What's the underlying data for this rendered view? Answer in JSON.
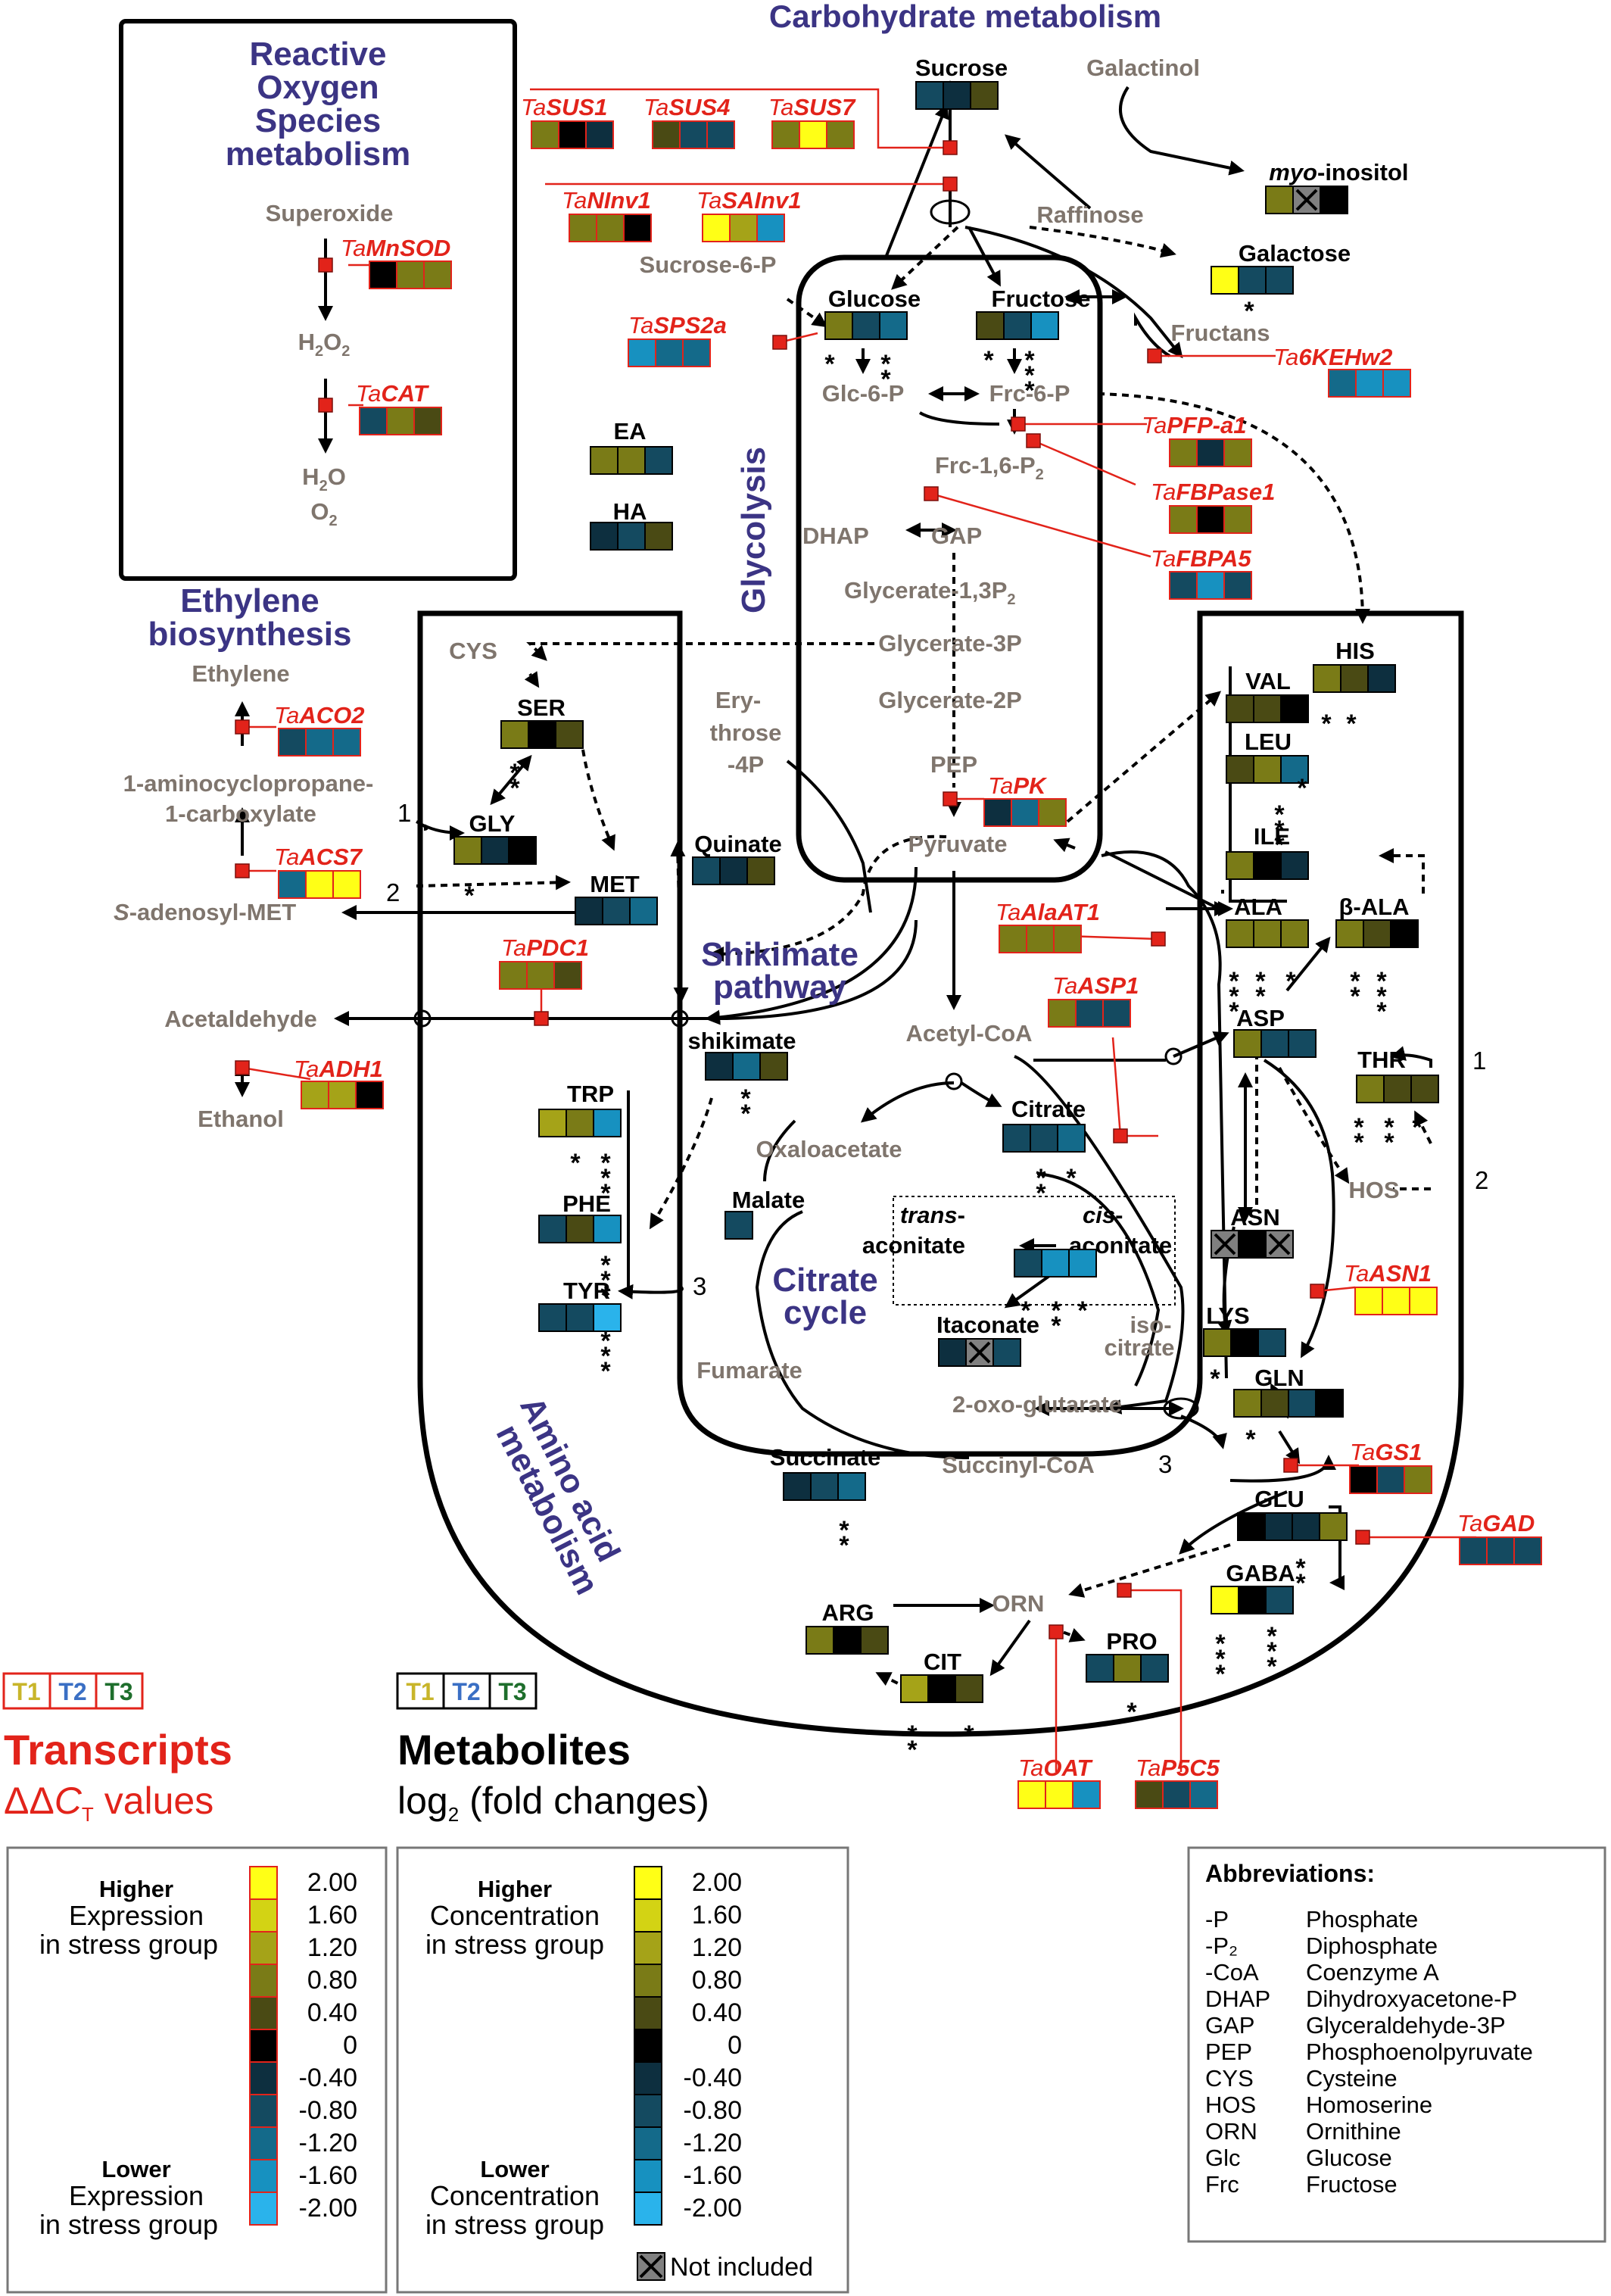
{
  "colors": {
    "metabolite_scale": [
      "#ffff16",
      "#d3d314",
      "#a5a318",
      "#7a7b17",
      "#4a4a14",
      "#000000",
      "#0d2f3f",
      "#144a60",
      "#146a8a",
      "#1791c0",
      "#2ab3eb"
    ],
    "gene_red": "#e2231a",
    "section_title": "#3b3484",
    "gray_metabolite": "#7f756d",
    "not_included": "#808080"
  },
  "sections": {
    "carbohydrate": "Carbohydrate metabolism",
    "ros_lines": [
      "Reactive",
      "Oxygen",
      "Species",
      "metabolism"
    ],
    "glycolysis": "Glycolysis",
    "ethylene_lines": [
      "Ethylene",
      "biosynthesis"
    ],
    "shikimate_lines": [
      "Shikimate",
      "pathway"
    ],
    "citrate_lines": [
      "Citrate",
      "cycle"
    ],
    "amino_lines": [
      "Amino acid",
      "metabolism"
    ]
  },
  "metabolites": {
    "sucrose": "Sucrose",
    "galactinol": "Galactinol",
    "myo_a": "myo",
    "myo_b": "-inositol",
    "raffinose": "Raffinose",
    "sucrose6p": "Sucrose-6-P",
    "galactose": "Galactose",
    "glucose": "Glucose",
    "fructose": "Fructose",
    "fructans": "Fructans",
    "glc6p": "Glc-6-P",
    "frc6p": "Frc-6-P",
    "frc16p2": "Frc-1,6-P",
    "dhap": "DHAP",
    "gap": "GAP",
    "glycerate13": "Glycerate-1,3P",
    "glycerate3p": "Glycerate-3P",
    "glycerate2p": "Glycerate-2P",
    "pep": "PEP",
    "pyruvate": "Pyruvate",
    "erythrose_a": "Ery-",
    "erythrose_b": "throse",
    "erythrose_c": "-4P",
    "quinate": "Quinate",
    "shikimate": "shikimate",
    "acetylcoa": "Acetyl-CoA",
    "citrate": "Citrate",
    "oxaloacetate": "Oxaloacetate",
    "malate": "Malate",
    "trans_a": "trans",
    "trans_b": "-",
    "trans_c": "aconitate",
    "cis_a": "cis",
    "cis_b": "-",
    "cis_c": "aconitate",
    "itaconate": "Itaconate",
    "isocitrate_a": "iso-",
    "isocitrate_b": "citrate",
    "fumarate": "Fumarate",
    "oxoglutarate": "2-oxo-glutarate",
    "succinate": "Succinate",
    "succinylcoa": "Succinyl-CoA",
    "ea": "EA",
    "ha": "HA",
    "superoxide": "Superoxide",
    "h2o2": "H",
    "h2o": "H",
    "o2": "O",
    "ethylene": "Ethylene",
    "acc_a": "1-aminocyclopropane-",
    "acc_b": "1-carboxylate",
    "sam_a": "S",
    "sam_b": "-adenosyl-MET",
    "acetaldehyde": "Acetaldehyde",
    "ethanol": "Ethanol",
    "cys": "CYS",
    "ser": "SER",
    "gly": "GLY",
    "met": "MET",
    "trp": "TRP",
    "phe": "PHE",
    "tyr": "TYR",
    "his": "HIS",
    "val": "VAL",
    "leu": "LEU",
    "ile": "ILE",
    "ala": "ALA",
    "bala": "β-ALA",
    "asp": "ASP",
    "thr": "THR",
    "hos": "HOS",
    "asn": "ASN",
    "lys": "LYS",
    "gln": "GLN",
    "glu": "GLU",
    "gaba": "GABA",
    "orn": "ORN",
    "arg": "ARG",
    "pro": "PRO",
    "cit": "CIT"
  },
  "subscripts": {
    "two": "2"
  },
  "genes": {
    "sus1": "SUS1",
    "sus4": "SUS4",
    "sus7": "SUS7",
    "ninv1": "NInv1",
    "sainv1": "SAInv1",
    "mnsod": "MnSOD",
    "cat": "CAT",
    "sps2a": "SPS2a",
    "kehw2": "6KEHw2",
    "pfpa1": "PFP-a1",
    "fbpase1": "FBPase1",
    "fbpa5": "FBPA5",
    "aco2": "ACO2",
    "acs7": "ACS7",
    "pdc1": "PDC1",
    "adh1": "ADH1",
    "pk": "PK",
    "alaat1": "AlaAT1",
    "asp1": "ASP1",
    "asn1": "ASN1",
    "gs1": "GS1",
    "gad": "GAD",
    "oat": "OAT",
    "p5c5": "P5C5"
  },
  "gene_prefix": "Ta",
  "cycle_numbers": {
    "one": "1",
    "two": "2",
    "three": "3"
  },
  "asterisk": "*",
  "legend": {
    "t1": "T1",
    "t2": "T2",
    "t3": "T3",
    "transcripts_title": "Transcripts",
    "transcripts_sub_a": "ΔΔ",
    "transcripts_sub_b": "C",
    "transcripts_sub_c": "T",
    "transcripts_sub_d": " values",
    "metabolites_title": "Metabolites",
    "metabolites_sub_a": "log",
    "metabolites_sub_b": "2",
    "metabolites_sub_c": " (fold changes)",
    "higher": "Higher",
    "expression": "Expression",
    "in_stress_group": "in stress group",
    "lower_transcripts": "Lower",
    "concentration": "Concentration",
    "lower": "Lower",
    "scale": [
      "2.00",
      "1.60",
      "1.20",
      "0.80",
      "0.40",
      "0",
      "-0.40",
      "-0.80",
      "-1.20",
      "-1.60",
      "-2.00"
    ],
    "not_included": "Not included"
  },
  "abbreviations": {
    "title": "Abbreviations:",
    "items": [
      {
        "abbr": "-P",
        "full": "Phosphate"
      },
      {
        "abbr": "-P₂",
        "full": "Diphosphate"
      },
      {
        "abbr": "-CoA",
        "full": "Coenzyme A"
      },
      {
        "abbr": "DHAP",
        "full": "Dihydroxyacetone-P"
      },
      {
        "abbr": "GAP",
        "full": "Glyceraldehyde-3P"
      },
      {
        "abbr": "PEP",
        "full": "Phosphoenolpyruvate"
      },
      {
        "abbr": "CYS",
        "full": "Cysteine"
      },
      {
        "abbr": "HOS",
        "full": "Homoserine"
      },
      {
        "abbr": "ORN",
        "full": "Ornithine"
      },
      {
        "abbr": "Glc",
        "full": "Glucose"
      },
      {
        "abbr": "Frc",
        "full": "Fructose"
      }
    ]
  },
  "heatmaps": [
    {
      "id": "sucrose",
      "kind": "met",
      "t": [
        -0.8,
        -0.4,
        0.4
      ]
    },
    {
      "id": "myo",
      "kind": "met",
      "t": [
        0.6,
        "x",
        0
      ]
    },
    {
      "id": "galactose",
      "kind": "met",
      "t": [
        2,
        -0.6,
        -0.6
      ]
    },
    {
      "id": "glucose",
      "kind": "met",
      "t": [
        1.0,
        -0.8,
        -1.2
      ]
    },
    {
      "id": "fructose",
      "kind": "met",
      "t": [
        0.4,
        -0.8,
        -1.8
      ]
    },
    {
      "id": "ea",
      "kind": "met",
      "t": [
        0.8,
        0.6,
        -0.8
      ]
    },
    {
      "id": "ha",
      "kind": "met",
      "t": [
        -0.4,
        -0.6,
        0.4
      ]
    },
    {
      "id": "ser",
      "kind": "met",
      "t": [
        0.8,
        0,
        0.4
      ]
    },
    {
      "id": "gly",
      "kind": "met",
      "t": [
        0.6,
        -0.2,
        0
      ]
    },
    {
      "id": "met",
      "kind": "met",
      "t": [
        -0.4,
        -0.8,
        -1.0
      ]
    },
    {
      "id": "quinate",
      "kind": "met",
      "t": [
        -0.6,
        -0.4,
        0.5
      ]
    },
    {
      "id": "shikimate",
      "kind": "met",
      "t": [
        -0.4,
        -1.0,
        0.4
      ]
    },
    {
      "id": "trp",
      "kind": "met",
      "t": [
        1.2,
        0.6,
        -1.6
      ]
    },
    {
      "id": "phe",
      "kind": "met",
      "t": [
        -0.8,
        0.4,
        -1.8
      ]
    },
    {
      "id": "tyr",
      "kind": "met",
      "t": [
        -0.6,
        -0.8,
        -2
      ]
    },
    {
      "id": "citrate",
      "kind": "met",
      "t": [
        -0.8,
        -0.6,
        -1.0
      ]
    },
    {
      "id": "malate",
      "kind": "met",
      "t": [
        -0.8
      ]
    },
    {
      "id": "cisacon",
      "kind": "met",
      "t": [
        -0.8,
        -1.4,
        -1.6
      ]
    },
    {
      "id": "itaconate",
      "kind": "met",
      "t": [
        -0.4,
        "x",
        -0.8
      ]
    },
    {
      "id": "succinate",
      "kind": "met",
      "t": [
        -0.4,
        -0.6,
        -1.0
      ]
    },
    {
      "id": "his",
      "kind": "met",
      "t": [
        0.8,
        0.4,
        -0.4
      ]
    },
    {
      "id": "val",
      "kind": "met",
      "t": [
        0.4,
        0.3,
        0.2
      ]
    },
    {
      "id": "leu",
      "kind": "met",
      "t": [
        0.4,
        1.0,
        -1.2
      ]
    },
    {
      "id": "ile",
      "kind": "met",
      "t": [
        0.6,
        0.2,
        -0.2
      ]
    },
    {
      "id": "ala",
      "kind": "met",
      "t": [
        0.8,
        0.8,
        0.8
      ]
    },
    {
      "id": "bala",
      "kind": "met",
      "t": [
        0.6,
        0.3,
        0
      ]
    },
    {
      "id": "asp",
      "kind": "met",
      "t": [
        0.6,
        -0.8,
        -0.6
      ]
    },
    {
      "id": "thr",
      "kind": "met",
      "t": [
        0.6,
        0.4,
        0.4
      ]
    },
    {
      "id": "asn",
      "kind": "met",
      "t": [
        "x",
        0,
        "x"
      ]
    },
    {
      "id": "lys",
      "kind": "met",
      "t": [
        0.6,
        0,
        -0.8
      ]
    },
    {
      "id": "gln",
      "kind": "met",
      "t": [
        0.6,
        0.3,
        -0.8,
        0
      ]
    },
    {
      "id": "glu",
      "kind": "met",
      "t": [
        0,
        -0.2,
        -0.4,
        0.6
      ]
    },
    {
      "id": "gaba",
      "kind": "met",
      "t": [
        2,
        0,
        -0.8
      ]
    },
    {
      "id": "arg",
      "kind": "met",
      "t": [
        0.6,
        0,
        0.4
      ]
    },
    {
      "id": "pro",
      "kind": "met",
      "t": [
        -0.6,
        0.6,
        -0.8
      ]
    },
    {
      "id": "cit",
      "kind": "met",
      "t": [
        1.2,
        0.2,
        0.4
      ]
    },
    {
      "id": "g_sus1",
      "kind": "gene",
      "t": [
        0.8,
        0,
        -0.2
      ]
    },
    {
      "id": "g_sus4",
      "kind": "gene",
      "t": [
        0.4,
        -0.8,
        -0.8
      ]
    },
    {
      "id": "g_sus7",
      "kind": "gene",
      "t": [
        0.8,
        2,
        0.8
      ]
    },
    {
      "id": "g_ninv1",
      "kind": "gene",
      "t": [
        1.0,
        0.6,
        0
      ]
    },
    {
      "id": "g_sainv1",
      "kind": "gene",
      "t": [
        2,
        1.4,
        -1.8
      ]
    },
    {
      "id": "g_mnsod",
      "kind": "gene",
      "t": [
        0,
        0.8,
        0.6
      ]
    },
    {
      "id": "g_cat",
      "kind": "gene",
      "t": [
        -0.6,
        0.6,
        0.5
      ]
    },
    {
      "id": "g_sps2a",
      "kind": "gene",
      "t": [
        -1.6,
        -1.2,
        -1.0
      ]
    },
    {
      "id": "g_kehw2",
      "kind": "gene",
      "t": [
        -1.2,
        -1.6,
        -1.8
      ]
    },
    {
      "id": "g_pfpa1",
      "kind": "gene",
      "t": [
        0.6,
        -0.4,
        0.6
      ]
    },
    {
      "id": "g_fbpase1",
      "kind": "gene",
      "t": [
        0.6,
        0,
        0.6
      ]
    },
    {
      "id": "g_fbpa5",
      "kind": "gene",
      "t": [
        -0.6,
        -1.8,
        -0.8
      ]
    },
    {
      "id": "g_aco2",
      "kind": "gene",
      "t": [
        -0.6,
        -1.0,
        -1.2
      ]
    },
    {
      "id": "g_acs7",
      "kind": "gene",
      "t": [
        -1.2,
        2,
        2
      ]
    },
    {
      "id": "g_pdc1",
      "kind": "gene",
      "t": [
        0.6,
        0.6,
        0.4
      ]
    },
    {
      "id": "g_adh1",
      "kind": "gene",
      "t": [
        1.2,
        1.2,
        0
      ]
    },
    {
      "id": "g_pk",
      "kind": "gene",
      "t": [
        -0.4,
        -1.0,
        0.6
      ]
    },
    {
      "id": "g_alaat1",
      "kind": "gene",
      "t": [
        0.6,
        0.6,
        0.6
      ]
    },
    {
      "id": "g_asp1",
      "kind": "gene",
      "t": [
        0.8,
        -0.8,
        -0.8
      ]
    },
    {
      "id": "g_asn1",
      "kind": "gene",
      "t": [
        2,
        2,
        2
      ]
    },
    {
      "id": "g_gs1",
      "kind": "gene",
      "t": [
        0,
        -0.8,
        0.6
      ]
    },
    {
      "id": "g_gad",
      "kind": "gene",
      "t": [
        -0.8,
        -0.8,
        -0.6
      ]
    },
    {
      "id": "g_oat",
      "kind": "gene",
      "t": [
        2,
        2,
        -1.6
      ]
    },
    {
      "id": "g_p5c5",
      "kind": "gene",
      "t": [
        0.4,
        -0.8,
        -1.0
      ]
    }
  ]
}
